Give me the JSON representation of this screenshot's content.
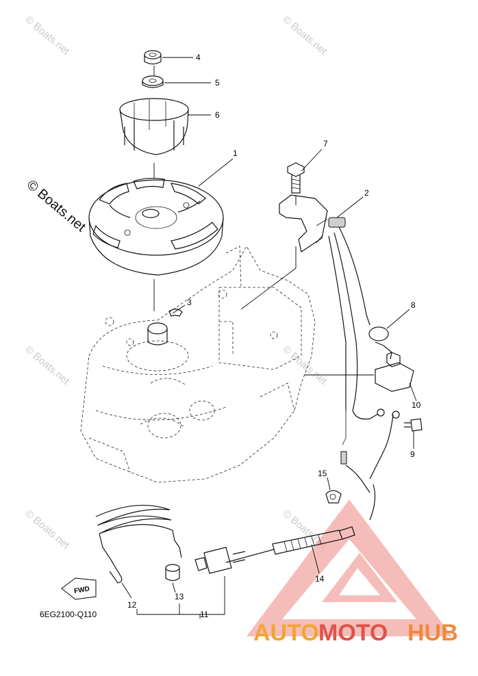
{
  "diagram": {
    "code": "6EG2100-Q110",
    "fwd_label": "FWD",
    "callouts": [
      "1",
      "2",
      "3",
      "4",
      "5",
      "6",
      "7",
      "8",
      "9",
      "10",
      "11",
      "12",
      "13",
      "14",
      "15"
    ]
  },
  "watermark": {
    "small": "© Boats.net",
    "big": "© Boats.net"
  },
  "brand": {
    "part1": "AUTO",
    "part2": "MOTO",
    "part3": "HUB",
    "colors": {
      "orange": "#f2a531",
      "red": "#e0524a",
      "logo_red": "#e9322e"
    }
  }
}
